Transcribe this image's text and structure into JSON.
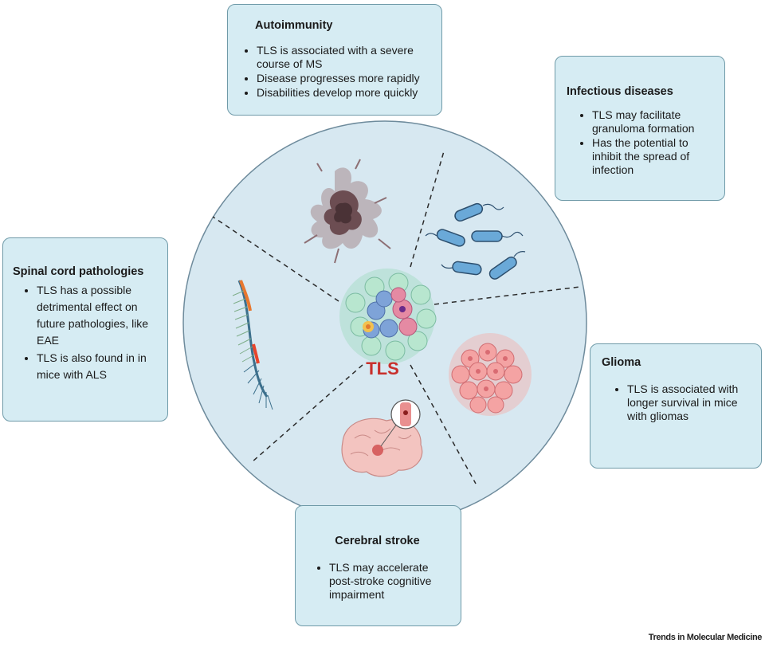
{
  "center_label": "TLS",
  "boxes": {
    "autoimmunity": {
      "title": "Autoimmunity",
      "items": [
        "TLS is associated with a severe course of MS",
        "Disease progresses more rapidly",
        "Disabilities develop more quickly"
      ]
    },
    "infectious": {
      "title": "Infectious diseases",
      "items": [
        "TLS may facilitate granuloma formation",
        "Has the potential to inhibit the spread of infection"
      ]
    },
    "spinal": {
      "title": "Spinal cord pathologies",
      "items": [
        "TLS has a possible detrimental effect on future pathologies, like EAE",
        "TLS is also found in in mice with ALS"
      ]
    },
    "glioma": {
      "title": "Glioma",
      "items": [
        "TLS is associated with longer survival in mice with gliomas"
      ]
    },
    "stroke": {
      "title": "Cerebral stroke",
      "items": [
        "TLS  may accelerate post-stroke cognitive impairment"
      ]
    }
  },
  "credit": "Trends in Molecular Medicine",
  "colors": {
    "box_fill": "#d6ecf3",
    "box_border": "#6f9aa8",
    "wheel_fill": "#d7e8f1",
    "center_label": "#c8302c"
  }
}
